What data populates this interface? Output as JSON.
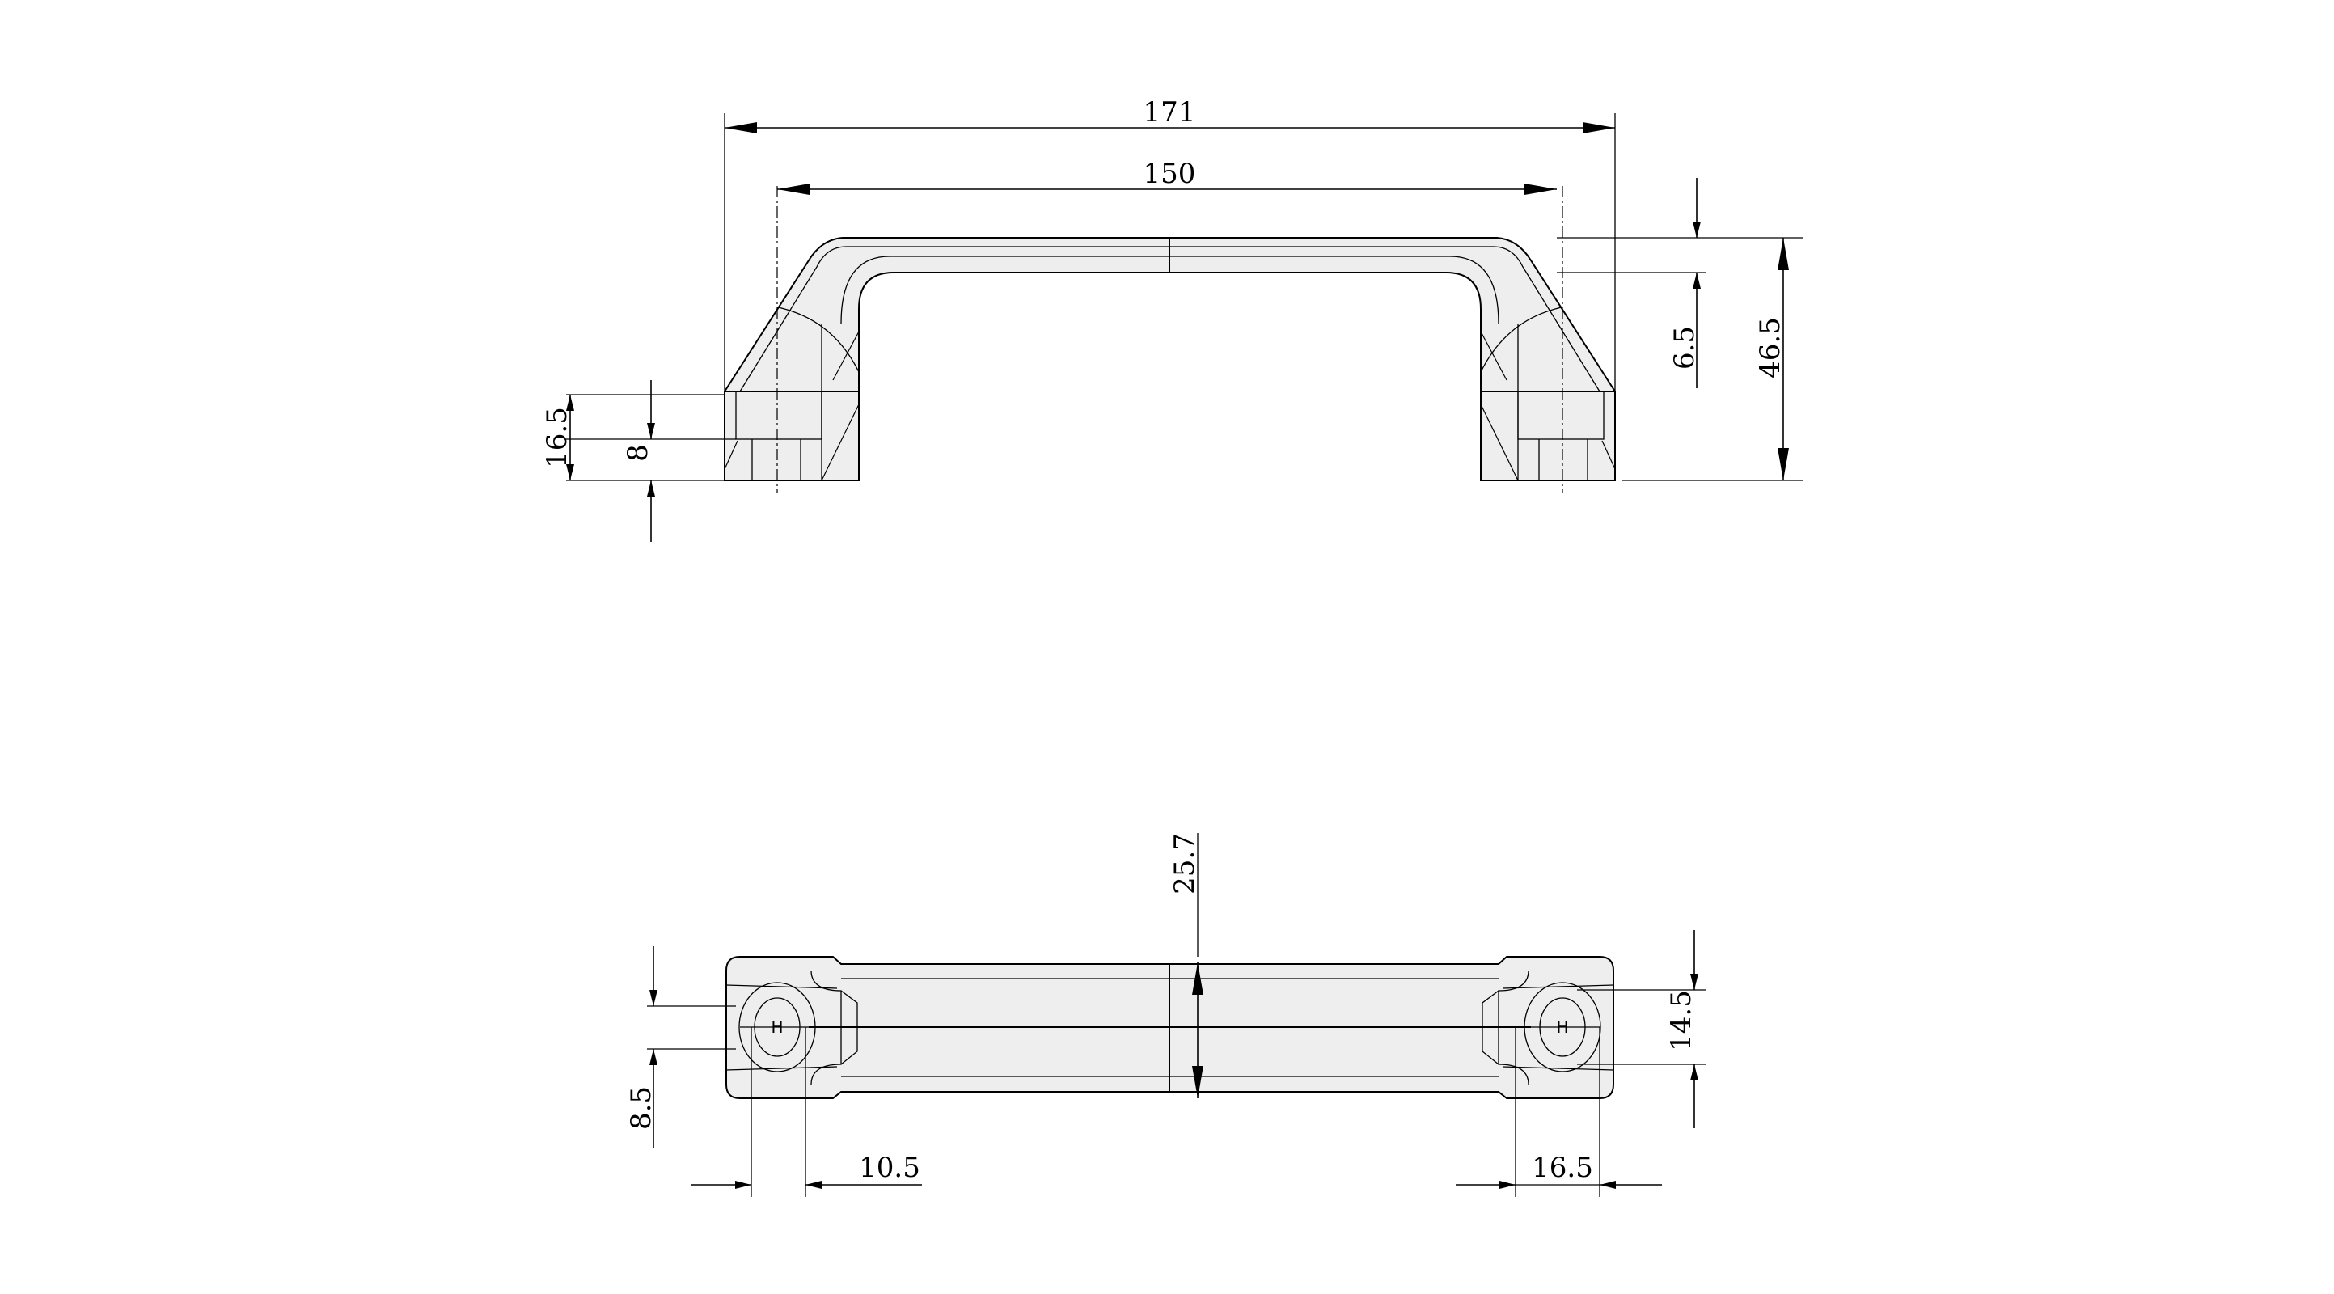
{
  "drawing": {
    "front_view": {
      "overall_length": "171",
      "hole_spacing": "150",
      "foot_height": "16.5",
      "counterbore_depth": "8",
      "grip_thickness": "6.5",
      "overall_height": "46.5"
    },
    "top_view": {
      "width": "25.7",
      "hole_offset_left": "8.5",
      "left_hole_dia": "10.5",
      "right_hole_dia": "16.5",
      "right_foot_width": "14.5",
      "hole_marker_left": "H",
      "hole_marker_right": "H"
    }
  }
}
